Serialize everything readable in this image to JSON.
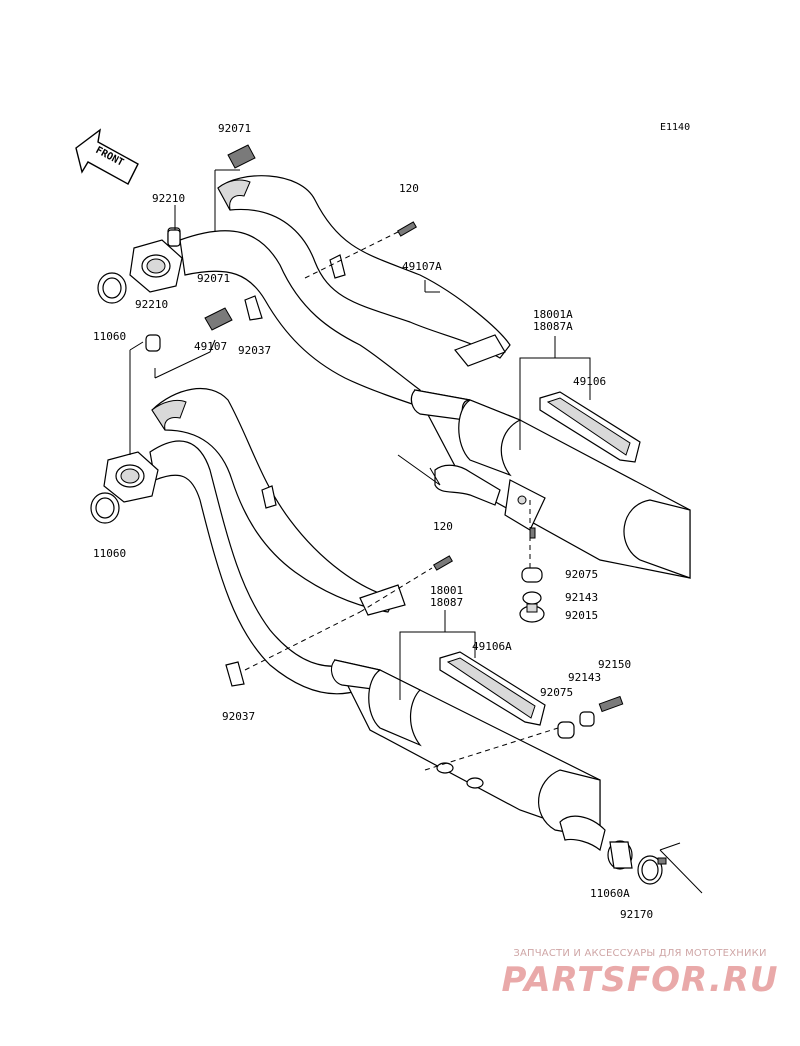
{
  "diagram_code": "E1140",
  "front_arrow_label": "FRONT",
  "parts": {
    "p92071_top": "92071",
    "p92210_top": "92210",
    "p120_top": "120",
    "p49107A": "49107A",
    "p11060_top": "11060",
    "p92210_mid": "92210",
    "p92071_mid": "92071",
    "p92037_top": "92037",
    "p49107": "49107",
    "p18001A": "18001A",
    "p18087A": "18087A",
    "p49106": "49106",
    "p11060_bottom": "11060",
    "p120_bottom": "120",
    "p92075_top": "92075",
    "p92143_top": "92143",
    "p92015": "92015",
    "p18001": "18001",
    "p18087": "18087",
    "p49106A": "49106A",
    "p92150": "92150",
    "p92143_bottom": "92143",
    "p92075_bottom": "92075",
    "p92037_bottom": "92037",
    "p11060A": "11060A",
    "p92170": "92170"
  },
  "watermark": {
    "caption": "ЗАПЧАСТИ И АКСЕССУАРЫ ДЛЯ МОТОТЕХНИКИ",
    "logo": "PARTSFOR.RU"
  }
}
